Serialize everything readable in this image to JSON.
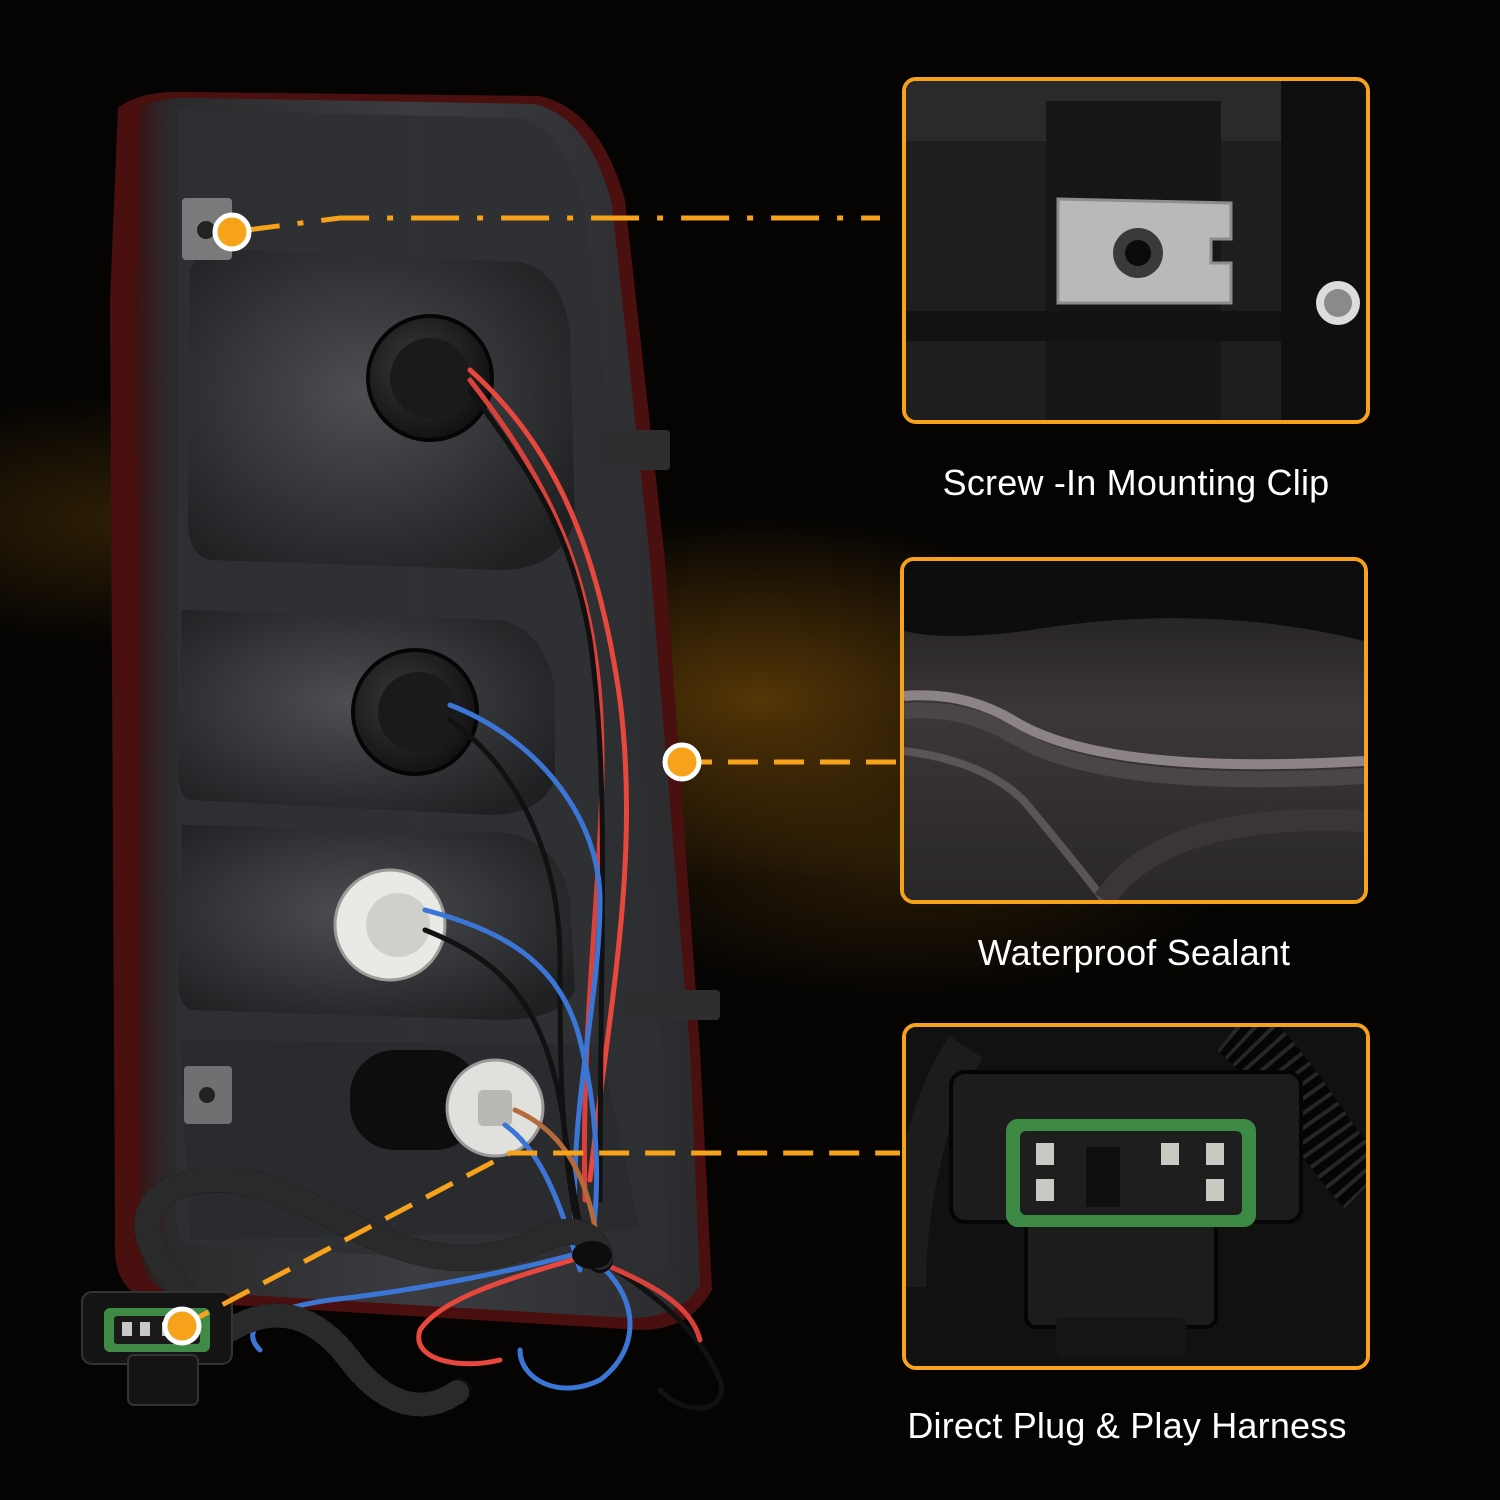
{
  "colors": {
    "accent": "#f7a21b",
    "label_text": "#ffffff",
    "background": "#050403"
  },
  "callouts": [
    {
      "id": "mounting-clip",
      "label": "Screw -In Mounting Clip"
    },
    {
      "id": "waterproof-sealant",
      "label": "Waterproof Sealant"
    },
    {
      "id": "plug-harness",
      "label": "Direct Plug & Play Harness"
    }
  ]
}
